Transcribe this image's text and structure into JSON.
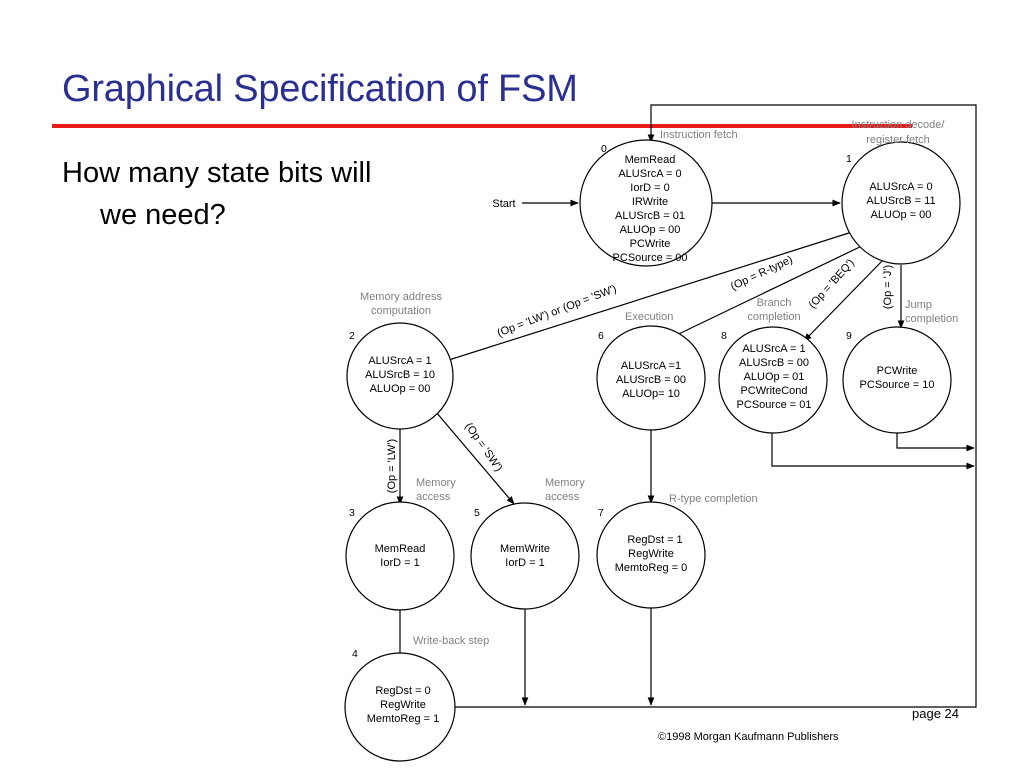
{
  "slide": {
    "title": "Graphical Specification of FSM",
    "question_line1": "How many state bits will",
    "question_line2": "we need?",
    "page": "page 24",
    "copyright": "©1998 Morgan Kaufmann Publishers"
  },
  "colors": {
    "title": "#2b2f8f",
    "rule": "#e81a1a",
    "caption": "#808080"
  },
  "start_label": "Start",
  "states": [
    {
      "id": "0",
      "lines": [
        "MemRead",
        "ALUSrcA = 0",
        "IorD = 0",
        "IRWrite",
        "ALUSrcB = 01",
        "ALUOp = 00",
        "PCWrite",
        "PCSource = 00"
      ]
    },
    {
      "id": "1",
      "lines": [
        "ALUSrcA = 0",
        "ALUSrcB = 11",
        "ALUOp = 00"
      ]
    },
    {
      "id": "2",
      "lines": [
        "ALUSrcA = 1",
        "ALUSrcB = 10",
        "ALUOp = 00"
      ]
    },
    {
      "id": "3",
      "lines": [
        "MemRead",
        "IorD = 1"
      ]
    },
    {
      "id": "4",
      "lines": [
        "RegDst = 0",
        "RegWrite",
        "MemtoReg = 1"
      ]
    },
    {
      "id": "5",
      "lines": [
        "MemWrite",
        "IorD = 1"
      ]
    },
    {
      "id": "6",
      "lines": [
        "ALUSrcA =1",
        "ALUSrcB = 00",
        "ALUOp= 10"
      ]
    },
    {
      "id": "7",
      "lines": [
        "RegDst = 1",
        "RegWrite",
        "MemtoReg = 0"
      ]
    },
    {
      "id": "8",
      "lines": [
        "ALUSrcA = 1",
        "ALUSrcB = 00",
        "ALUOp = 01",
        "PCWriteCond",
        "PCSource = 01"
      ]
    },
    {
      "id": "9",
      "lines": [
        "PCWrite",
        "PCSource = 10"
      ]
    }
  ],
  "captions": {
    "instruction_fetch": "Instruction fetch",
    "decode_line1": "Instruction decode/",
    "decode_line2": "register fetch",
    "mem_addr_line1": "Memory address",
    "mem_addr_line2": "computation",
    "execution": "Execution",
    "branch_line1": "Branch",
    "branch_line2": "completion",
    "jump_line1": "Jump",
    "jump_line2": "completion",
    "mem_access_a_line1": "Memory",
    "mem_access_a_line2": "access",
    "mem_access_b_line1": "Memory",
    "mem_access_b_line2": "access",
    "rtype_completion": "R-type completion",
    "write_back": "Write-back step"
  },
  "transitions": {
    "lw_or_sw": "(Op = 'LW') or (Op = 'SW')",
    "rtype": "(Op = R-type)",
    "beq": "(Op = 'BEQ')",
    "jump": "(Op = 'J')",
    "lw": "(Op = 'LW')",
    "sw": "(Op = 'SW')"
  }
}
